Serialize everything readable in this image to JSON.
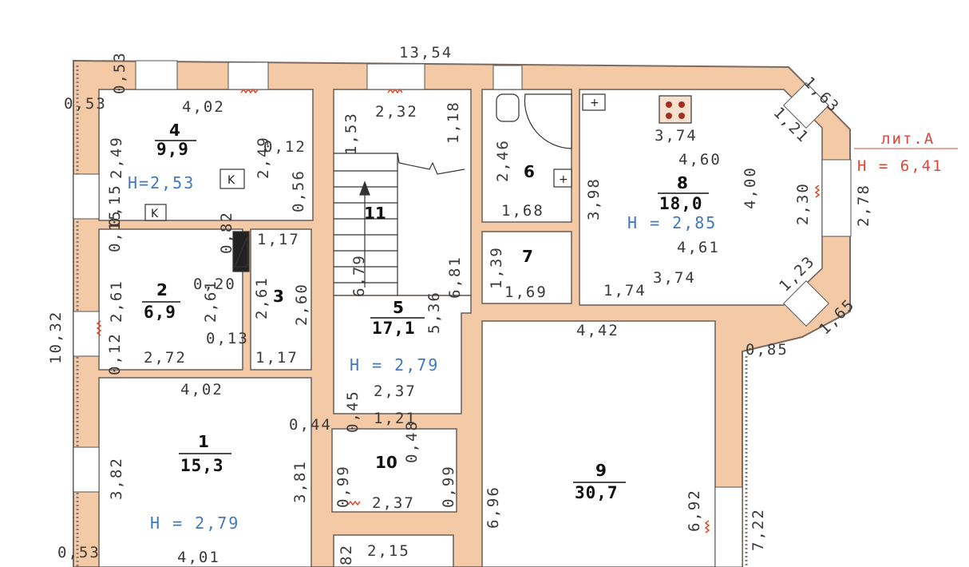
{
  "colors": {
    "wall": "#f4c9a6",
    "wall_edge": "#7a6a60",
    "room": "#ffffff",
    "height_text": "#3f78c4",
    "lit_text": "#d9483b",
    "heater": "#e04a2a"
  },
  "building": {
    "lit_label": "лит.А",
    "lit_height": "H = 6,41",
    "top_width": "13,54",
    "left_height": "10,32"
  },
  "rooms": {
    "r1": {
      "number": "1",
      "area": "15,3",
      "height": "H = 2,79"
    },
    "r2": {
      "number": "2",
      "area": "6,9"
    },
    "r3": {
      "number": "3"
    },
    "r4": {
      "number": "4",
      "area": "9,9",
      "height": "H=2,53"
    },
    "r5": {
      "number": "5",
      "area": "17,1",
      "height": "H = 2,79"
    },
    "r6": {
      "number": "6"
    },
    "r7": {
      "number": "7"
    },
    "r8": {
      "number": "8",
      "area": "18,0",
      "height": "H = 2,85"
    },
    "r9": {
      "number": "9",
      "area": "30,7"
    },
    "r10": {
      "number": "10"
    },
    "r11": {
      "number": "11"
    }
  },
  "fixtures": {
    "k_box_1": "K",
    "k_box_2": "K",
    "toilet_plus": "+",
    "sink_plus": "+"
  },
  "dims": {
    "d053_top": "0,53",
    "d053_left": "0,53",
    "d402_r4": "4,02",
    "d249_a": "2,49",
    "d249_b": "2,49",
    "d012_a": "0,12",
    "d056": "0,56",
    "d015": "0,15",
    "d153": "1,53",
    "d232": "2,32",
    "d118": "1,18",
    "d246": "2,46",
    "d168": "1,68",
    "d398": "3,98",
    "d374_top": "3,74",
    "d460": "4,60",
    "d400": "4,00",
    "d230": "2,30",
    "d461": "4,61",
    "d374_bot": "3,74",
    "d163": "1,63",
    "d121": "1,21",
    "d278": "2,78",
    "d123": "1,23",
    "d165": "1,65",
    "d085": "0,85",
    "d442": "4,42",
    "d174": "1,74",
    "d139": "1,39",
    "d169": "1,69",
    "d681": "6,81",
    "d536": "5,36",
    "d679": "6,79",
    "d082": "0,82",
    "d117_a": "1,17",
    "d015_b": "0,15",
    "d261_a": "2,61",
    "d261_b": "2,61",
    "d261_c": "2,61",
    "d020": "0,20",
    "d260": "2,60",
    "d272": "2,72",
    "d013": "0,13",
    "d117_b": "1,17",
    "d012_b": "0,12",
    "d402_r1": "4,02",
    "d044": "0,44",
    "d382": "3,82",
    "d381": "3,81",
    "d237_a": "2,37",
    "d045": "0,45",
    "d121_b": "1,21",
    "d048": "0,48",
    "d099_a": "0,99",
    "d099_b": "0,99",
    "d237_b": "2,37",
    "d696": "6,96",
    "d692": "6,92",
    "d722": "7,22",
    "d053_bot": "0,53",
    "d401": "4,01",
    "d215": "2,15",
    "d082_b": "82"
  }
}
